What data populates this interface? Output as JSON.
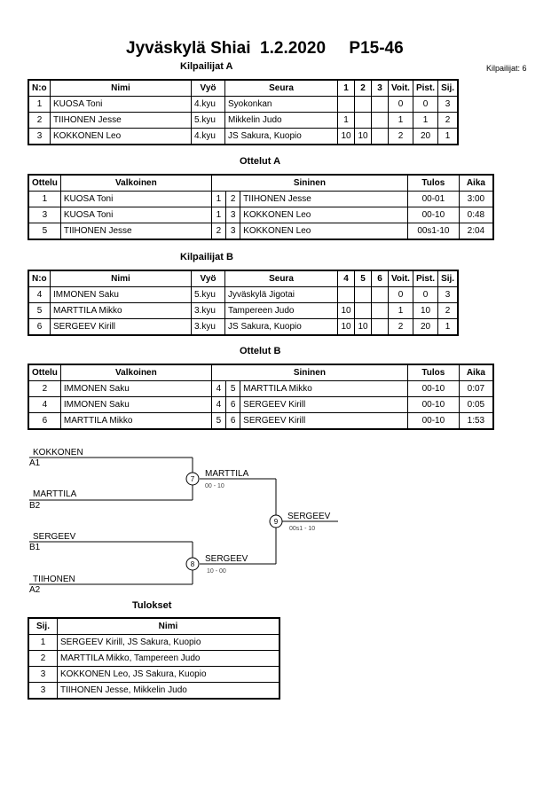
{
  "header": {
    "title": "Jyväskylä Shiai  1.2.2020     P15-46",
    "competitors_count": "Kilpailijat: 6"
  },
  "pool_a": {
    "title": "Kilpailijat A",
    "headers": [
      "N:o",
      "Nimi",
      "Vyö",
      "Seura",
      "1",
      "2",
      "3",
      "Voit.",
      "Pist.",
      "Sij."
    ],
    "rows": [
      [
        "1",
        "KUOSA Toni",
        "4.kyu",
        "Syokonkan",
        "",
        "",
        "",
        "0",
        "0",
        "3"
      ],
      [
        "2",
        "TIIHONEN Jesse",
        "5.kyu",
        "Mikkelin Judo",
        "1",
        "",
        "",
        "1",
        "1",
        "2"
      ],
      [
        "3",
        "KOKKONEN Leo",
        "4.kyu",
        "JS Sakura, Kuopio",
        "10",
        "10",
        "",
        "2",
        "20",
        "1"
      ]
    ]
  },
  "matches_a": {
    "title": "Ottelut A",
    "headers": [
      "Ottelu",
      "Valkoinen",
      "Sininen",
      "Tulos",
      "Aika"
    ],
    "rows": [
      [
        "1",
        "KUOSA Toni",
        "1",
        "2",
        "TIIHONEN Jesse",
        "00-01",
        "3:00"
      ],
      [
        "3",
        "KUOSA Toni",
        "1",
        "3",
        "KOKKONEN Leo",
        "00-10",
        "0:48"
      ],
      [
        "5",
        "TIIHONEN Jesse",
        "2",
        "3",
        "KOKKONEN Leo",
        "00s1-10",
        "2:04"
      ]
    ]
  },
  "pool_b": {
    "title": "Kilpailijat B",
    "headers": [
      "N:o",
      "Nimi",
      "Vyö",
      "Seura",
      "4",
      "5",
      "6",
      "Voit.",
      "Pist.",
      "Sij."
    ],
    "rows": [
      [
        "4",
        "IMMONEN Saku",
        "5.kyu",
        "Jyväskylä Jigotai",
        "",
        "",
        "",
        "0",
        "0",
        "3"
      ],
      [
        "5",
        "MARTTILA Mikko",
        "3.kyu",
        "Tampereen Judo",
        "10",
        "",
        "",
        "1",
        "10",
        "2"
      ],
      [
        "6",
        "SERGEEV Kirill",
        "3.kyu",
        "JS Sakura, Kuopio",
        "10",
        "10",
        "",
        "2",
        "20",
        "1"
      ]
    ]
  },
  "matches_b": {
    "title": "Ottelut B",
    "headers": [
      "Ottelu",
      "Valkoinen",
      "Sininen",
      "Tulos",
      "Aika"
    ],
    "rows": [
      [
        "2",
        "IMMONEN Saku",
        "4",
        "5",
        "MARTTILA Mikko",
        "00-10",
        "0:07"
      ],
      [
        "4",
        "IMMONEN Saku",
        "4",
        "6",
        "SERGEEV Kirill",
        "00-10",
        "0:05"
      ],
      [
        "6",
        "MARTTILA Mikko",
        "5",
        "6",
        "SERGEEV Kirill",
        "00-10",
        "1:53"
      ]
    ]
  },
  "bracket": {
    "s1_name": "KOKKONEN",
    "s1_tag": "A1",
    "s2_name": "MARTTILA",
    "s2_tag": "B2",
    "s3_name": "SERGEEV",
    "s3_tag": "B1",
    "s4_name": "TIIHONEN",
    "s4_tag": "A2",
    "m7_num": "7",
    "m7_winner": "MARTTILA",
    "m7_score": "00 - 10",
    "m8_num": "8",
    "m8_winner": "SERGEEV",
    "m8_score": "10 - 00",
    "m9_num": "9",
    "m9_winner": "SERGEEV",
    "m9_score": "00s1 - 10"
  },
  "results": {
    "title": "Tulokset",
    "headers": [
      "Sij.",
      "Nimi"
    ],
    "rows": [
      [
        "1",
        "SERGEEV Kirill, JS Sakura, Kuopio"
      ],
      [
        "2",
        "MARTTILA Mikko, Tampereen Judo"
      ],
      [
        "3",
        "KOKKONEN Leo, JS Sakura, Kuopio"
      ],
      [
        "3",
        "TIIHONEN Jesse, Mikkelin Judo"
      ]
    ]
  }
}
